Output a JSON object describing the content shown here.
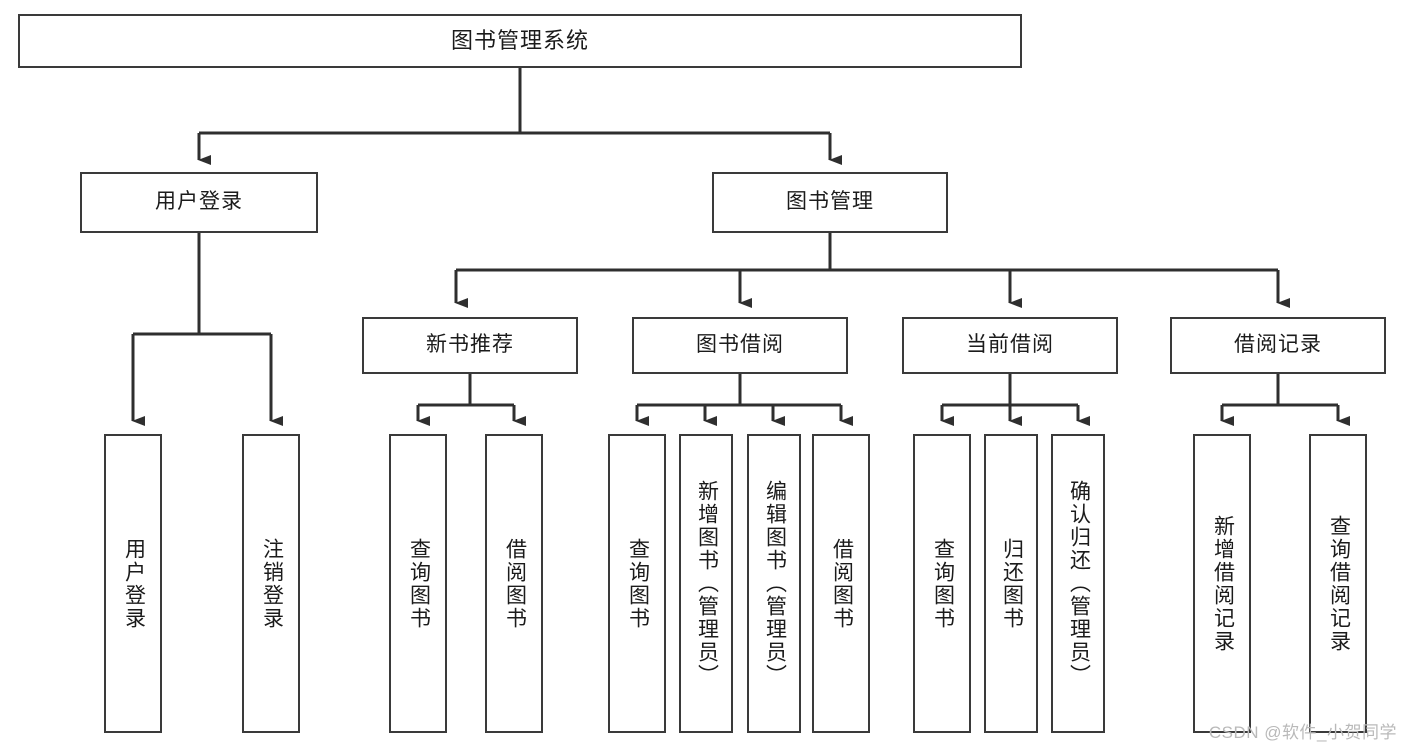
{
  "diagram": {
    "title": "图书管理系统",
    "type": "tree-hierarchy-diagram",
    "watermark": "CSDN @软件_小贺同学",
    "style": {
      "box_border_color": "#3a3a3a",
      "box_fill_color": "#ffffff",
      "line_color": "#3a3a3a",
      "text_color": "#1b1b1b",
      "background": "#ffffff",
      "watermark_color": "#b9b9b9"
    },
    "root": {
      "id": "root",
      "label": "图书管理系统"
    },
    "level2": [
      {
        "id": "n-user-login",
        "label": "用户登录"
      },
      {
        "id": "n-book-manage",
        "label": "图书管理"
      }
    ],
    "level3": [
      {
        "id": "n-new-book-rec",
        "label": "新书推荐",
        "parent": "n-book-manage"
      },
      {
        "id": "n-book-borrow",
        "label": "图书借阅",
        "parent": "n-book-manage"
      },
      {
        "id": "n-current-borrow",
        "label": "当前借阅",
        "parent": "n-book-manage"
      },
      {
        "id": "n-borrow-record",
        "label": "借阅记录",
        "parent": "n-book-manage"
      }
    ],
    "leaves": [
      {
        "id": "lf-user-login",
        "label": "用户登录",
        "parent": "n-user-login"
      },
      {
        "id": "lf-logout",
        "label": "注销登录",
        "parent": "n-user-login"
      },
      {
        "id": "lf-query-book-1",
        "label": "查询图书",
        "parent": "n-new-book-rec"
      },
      {
        "id": "lf-borrow-book-1",
        "label": "借阅图书",
        "parent": "n-new-book-rec"
      },
      {
        "id": "lf-query-book-2",
        "label": "查询图书",
        "parent": "n-book-borrow"
      },
      {
        "id": "lf-add-book",
        "label": "新增图书（管理员）",
        "parent": "n-book-borrow"
      },
      {
        "id": "lf-edit-book",
        "label": "编辑图书（管理员）",
        "parent": "n-book-borrow"
      },
      {
        "id": "lf-borrow-book-2",
        "label": "借阅图书",
        "parent": "n-book-borrow"
      },
      {
        "id": "lf-query-book-3",
        "label": "查询图书",
        "parent": "n-current-borrow"
      },
      {
        "id": "lf-return-book",
        "label": "归还图书",
        "parent": "n-current-borrow"
      },
      {
        "id": "lf-confirm-return",
        "label": "确认归还（管理员）",
        "parent": "n-current-borrow"
      },
      {
        "id": "lf-add-record",
        "label": "新增借阅记录",
        "parent": "n-borrow-record"
      },
      {
        "id": "lf-query-record",
        "label": "查询借阅记录",
        "parent": "n-borrow-record"
      }
    ]
  }
}
